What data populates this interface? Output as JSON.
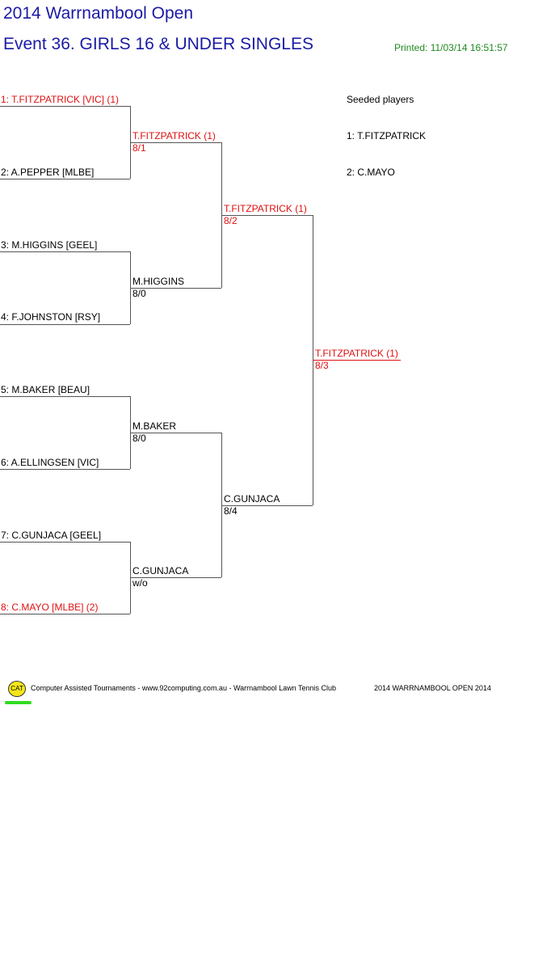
{
  "header": {
    "tournament": "2014 Warrnambool Open",
    "event": "Event 36. GIRLS 16 & UNDER SINGLES",
    "printed": "Printed: 11/03/14 16:51:57"
  },
  "seeds": {
    "heading": "Seeded players",
    "items": [
      "1: T.FITZPATRICK",
      "2: C.MAYO"
    ]
  },
  "round1": [
    "1: T.FITZPATRICK [VIC] (1)",
    "2: A.PEPPER [MLBE]",
    "3: M.HIGGINS [GEEL]",
    "4: F.JOHNSTON [RSY]",
    "5: M.BAKER [BEAU]",
    "6: A.ELLINGSEN [VIC]",
    "7: C.GUNJACA [GEEL]",
    "8: C.MAYO [MLBE] (2)"
  ],
  "round2": [
    {
      "name": "T.FITZPATRICK (1)",
      "score": "8/1"
    },
    {
      "name": "M.HIGGINS",
      "score": "8/0"
    },
    {
      "name": "M.BAKER",
      "score": "8/0"
    },
    {
      "name": "C.GUNJACA",
      "score": "w/o"
    }
  ],
  "semis": [
    {
      "name": "T.FITZPATRICK (1)",
      "score": "8/2"
    },
    {
      "name": "C.GUNJACA",
      "score": "8/4"
    }
  ],
  "final": {
    "name": "T.FITZPATRICK (1)",
    "score": "8/3"
  },
  "footer": {
    "logo_text": "CAT",
    "credits": "Computer Assisted Tournaments - www.92computing.com.au -  Warrnambool Lawn Tennis Club",
    "event_name": "2014 WARRNAMBOOL OPEN 2014"
  },
  "colors": {
    "seeded": "#e01010",
    "title": "#1a1aa6",
    "printed": "#1e8a1e"
  }
}
